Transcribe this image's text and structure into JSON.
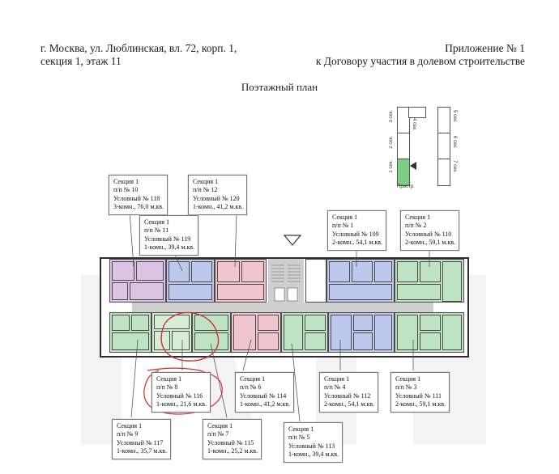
{
  "header": {
    "address_line1": "г. Москва, ул. Люблинская, вл. 72, корп. 1,",
    "address_line2": "секция 1, этаж 11",
    "appendix_line1": "Приложение № 1",
    "appendix_line2": "к Договору участия в долевом строительстве"
  },
  "plan_title": "Поэтажный план",
  "scheme": {
    "sections": [
      "1 сек.",
      "2 сек.",
      "3 сек.",
      "4 сек.",
      "5 сек.",
      "6 сек.",
      "7 сек."
    ],
    "entrance_label": "Пристр.",
    "highlight_color": "#7ccf82"
  },
  "colors": {
    "purple": "#dcc3e6",
    "blue": "#bdc8ec",
    "pink": "#f0c5cd",
    "green": "#bde3c2",
    "lightgreen": "#d7eed6",
    "teal": "#a8dcd0",
    "corridor": "#cfcfcf",
    "circle": "#d32f2f"
  },
  "callouts": [
    {
      "id": "a10",
      "lines": [
        "Секция 1",
        "п/п № 10",
        "Условный № 118",
        "3-комн., 76,0 м.кв."
      ]
    },
    {
      "id": "a12",
      "lines": [
        "Секция 1",
        "п/п № 12",
        "Условный № 120",
        "1-комн., 41,2 м.кв."
      ]
    },
    {
      "id": "a11",
      "lines": [
        "Секция 1",
        "п/п № 11",
        "Условный № 119",
        "1-комн., 39,4 м.кв."
      ]
    },
    {
      "id": "a1",
      "lines": [
        "Секция 1",
        "п/п № 1",
        "Условный № 109",
        "2-комн., 54,1 м.кв."
      ]
    },
    {
      "id": "a2",
      "lines": [
        "Секция 1",
        "п/п № 2",
        "Условный № 110",
        "2-комн., 59,1 м.кв."
      ]
    },
    {
      "id": "a8",
      "lines": [
        "Секция 1",
        "п/п № 8",
        "Условный № 116",
        "1-комн., 21,6 м.кв."
      ]
    },
    {
      "id": "a6",
      "lines": [
        "Секция 1",
        "п/п № 6",
        "Условный № 114",
        "1-комн., 41,2 м.кв."
      ]
    },
    {
      "id": "a4",
      "lines": [
        "Секция 1",
        "п/п № 4",
        "Условный № 112",
        "2-комн., 54,1 м.кв."
      ]
    },
    {
      "id": "a3",
      "lines": [
        "Секция 1",
        "п/п № 3",
        "Условный № 111",
        "2-комн., 59,1 м.кв."
      ]
    },
    {
      "id": "a9",
      "lines": [
        "Секция 1",
        "п/п № 9",
        "Условный № 117",
        "1-комн., 35,7 м.кв."
      ]
    },
    {
      "id": "a7",
      "lines": [
        "Секция 1",
        "п/п № 7",
        "Условный № 115",
        "1-комн., 25,2 м.кв."
      ]
    },
    {
      "id": "a5",
      "lines": [
        "Секция 1",
        "п/п № 5",
        "Условный № 113",
        "1-комн., 39,4 м.кв."
      ]
    }
  ]
}
